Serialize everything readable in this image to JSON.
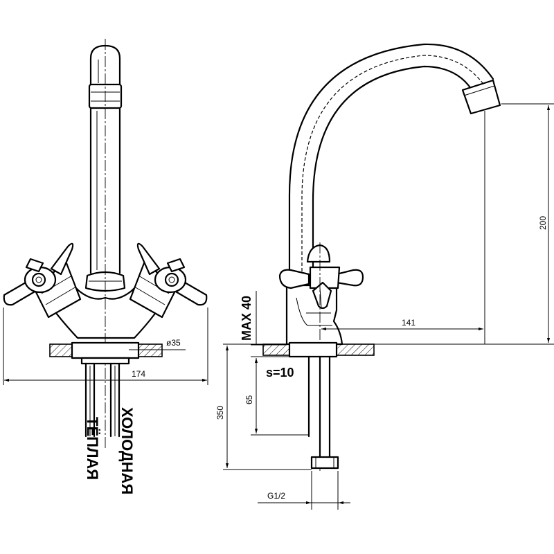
{
  "dimensions": {
    "total_width": "174",
    "flange_diameter": "ø35",
    "spout_height": "200",
    "spout_reach": "141",
    "max_thickness": "MAX 40",
    "sheet_thickness": "s=10",
    "hose_length": "350",
    "stud_length": "65",
    "thread": "G1/2"
  },
  "labels": {
    "warm": "ТЁПЛАЯ",
    "cold": "ХОЛОДНАЯ"
  }
}
